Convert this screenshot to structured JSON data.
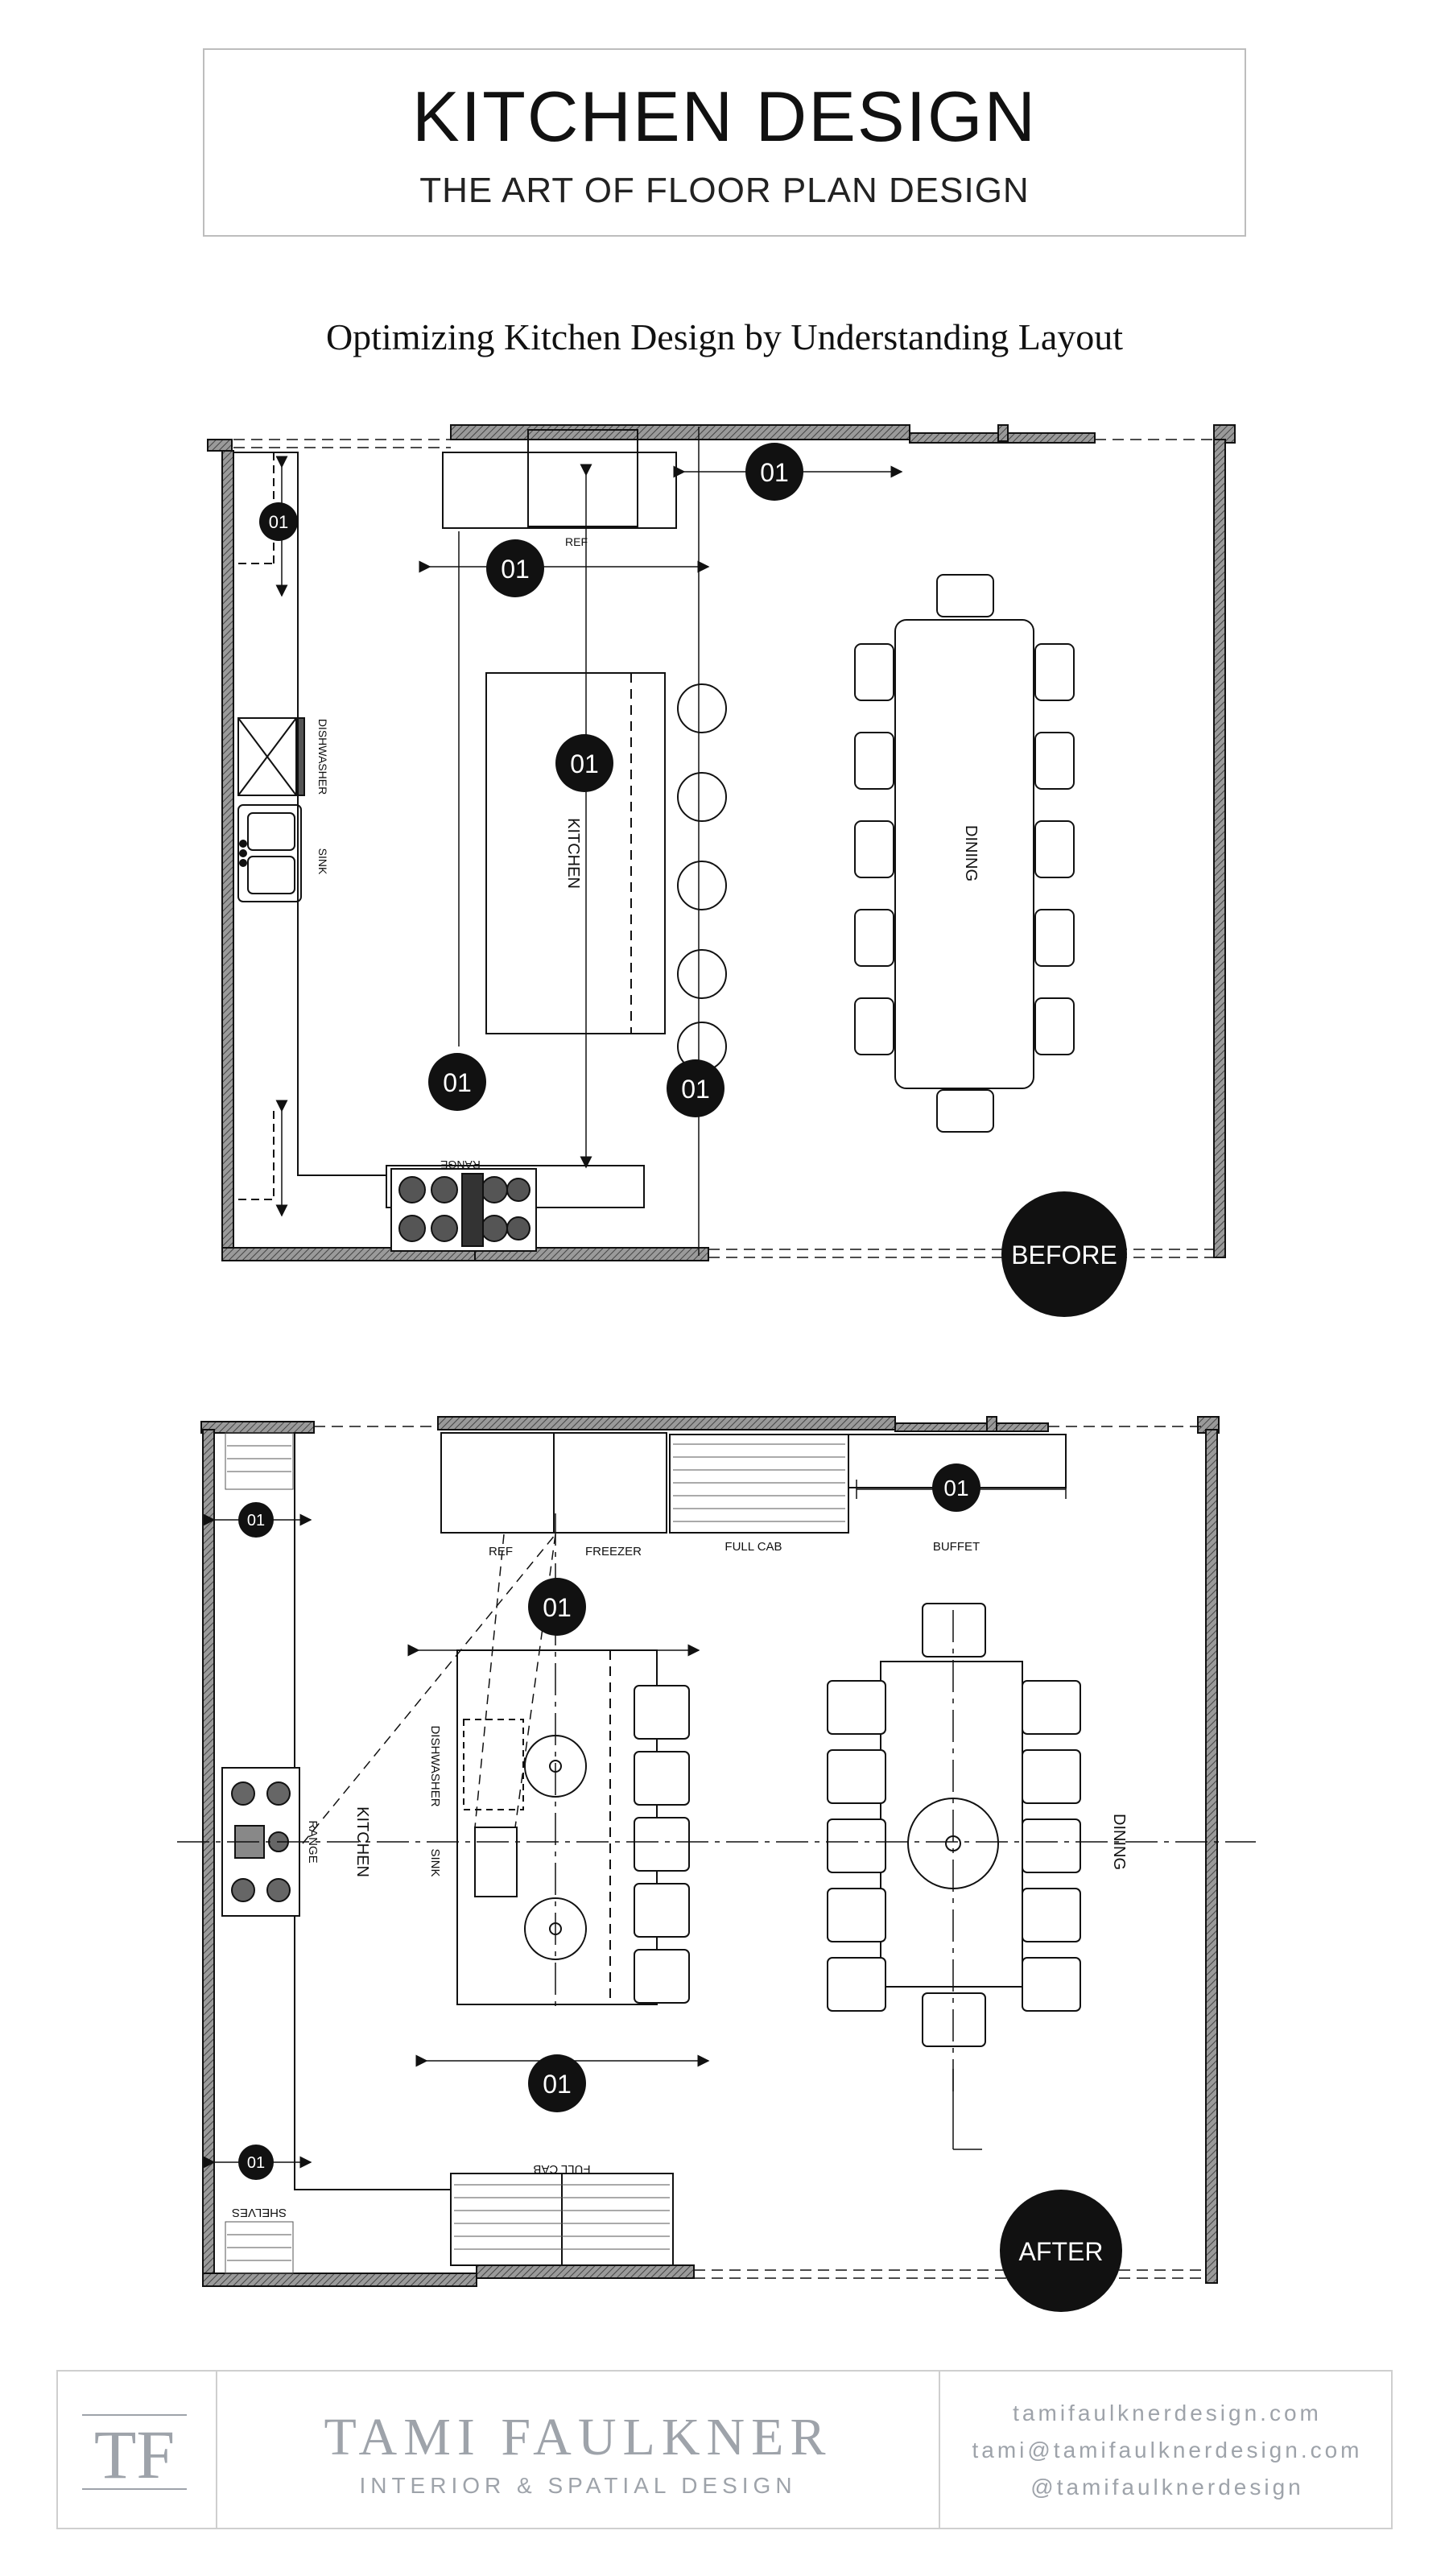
{
  "header": {
    "title": "KITCHEN DESIGN",
    "subtitle": "THE ART OF FLOOR PLAN DESIGN"
  },
  "intro": "Optimizing Kitchen Design by Understanding Layout",
  "before_plan": {
    "badge": "BEFORE",
    "room_labels": {
      "kitchen": "KITCHEN",
      "dining": "DINING"
    },
    "appliance_labels": {
      "ref": "REF",
      "dishwasher": "DISHWASHER",
      "sink": "SINK",
      "range": "RANGE"
    },
    "markers": [
      "01",
      "01",
      "01",
      "01",
      "01",
      "01"
    ]
  },
  "after_plan": {
    "badge": "AFTER",
    "room_labels": {
      "kitchen": "KITCHEN",
      "dining": "DINING"
    },
    "appliance_labels": {
      "ref": "REF",
      "freezer": "FREEZER",
      "full_cab_top": "FULL CAB",
      "buffet": "BUFFET",
      "dishwasher": "DISHWASHER",
      "sink": "SINK",
      "range": "RANGE",
      "full_cab_bottom": "FULL CAB",
      "shelves": "SHELVES"
    },
    "markers": [
      "01",
      "01",
      "01",
      "01",
      "01"
    ]
  },
  "footer": {
    "monogram": "TF",
    "brand_name": "TAMI FAULKNER",
    "brand_tagline": "INTERIOR & SPATIAL DESIGN",
    "website": "tamifaulknerdesign.com",
    "email": "tami@tamifaulknerdesign.com",
    "social": "@tamifaulknerdesign"
  },
  "colors": {
    "ink": "#111111",
    "muted": "#9ea3aa",
    "wall": "#555555"
  }
}
